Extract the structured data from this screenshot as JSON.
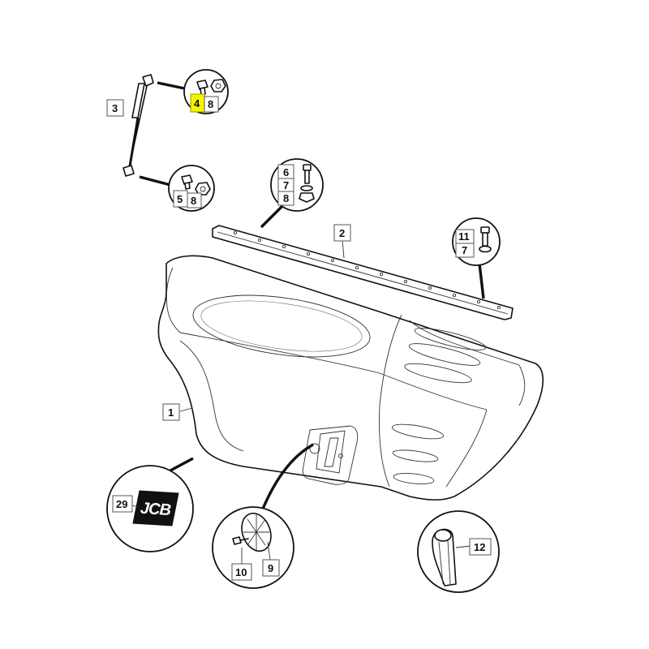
{
  "callouts": {
    "c1": "1",
    "c2": "2",
    "c3": "3",
    "c4": "4",
    "c5": "5",
    "c6": "6",
    "c7a": "7",
    "c7b": "7",
    "c8a": "8",
    "c8b": "8",
    "c8c": "8",
    "c9": "9",
    "c10": "10",
    "c11": "11",
    "c12": "12",
    "c29": "29"
  },
  "logo": {
    "text": "JCB"
  },
  "highlight_color": "#f5f500"
}
